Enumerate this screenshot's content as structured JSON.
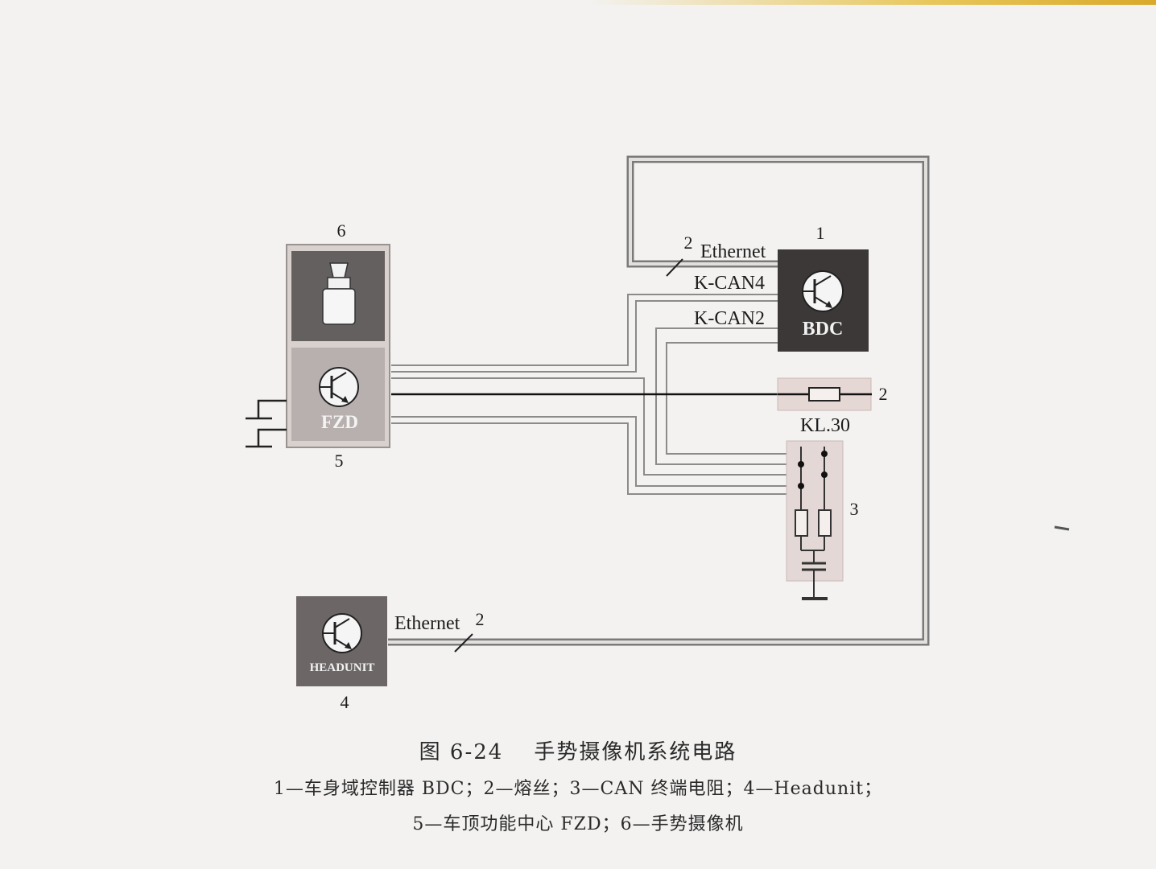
{
  "diagram": {
    "callouts": {
      "bdc_number": "1",
      "fuse_number": "2",
      "ethernet_top_number": "2",
      "ethernet_bottom_number": "2",
      "resistor_number": "3",
      "headunit_number": "4",
      "fzd_number": "5",
      "camera_number": "6"
    },
    "labels": {
      "ethernet_top": "Ethernet",
      "ethernet_bottom": "Ethernet",
      "kcan4": "K-CAN4",
      "kcan2": "K-CAN2",
      "kl30": "KL.30"
    },
    "modules": {
      "bdc": "BDC",
      "fzd": "FZD",
      "headunit": "HEADUNIT"
    }
  },
  "caption": {
    "figure_number": "图 6-24",
    "title": "手势摄像机系统电路",
    "legend_line1": "1—车身域控制器 BDC；2—熔丝；3—CAN 终端电阻；4—Headunit；",
    "legend_line2": "5—车顶功能中心 FZD；6—手势摄像机"
  }
}
